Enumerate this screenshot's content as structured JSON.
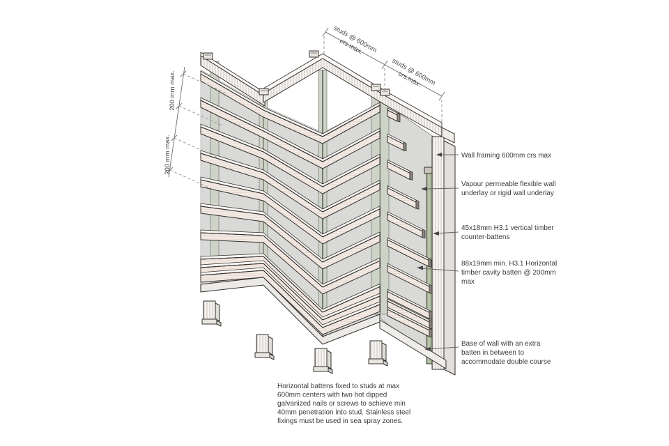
{
  "drawing": {
    "kind": "timber cavity batten wall corner construction detail",
    "colors": {
      "background": "#ffffff",
      "batten_face": "#f2eae4",
      "batten_grain": "#e5cdc6",
      "batten_top": "#faf8f6",
      "underlay_gray": "#d9d9d7",
      "counter_batten": "#ced3c8",
      "counter_batten_green": "#b8c4aa",
      "framing_white": "#f6f4f1",
      "outline": "#33302d",
      "dim_line": "#777777",
      "text": "#3a3a3a"
    }
  },
  "dimensions": {
    "top": [
      {
        "line1": "studs @ 600mm",
        "line2": "crs.max."
      },
      {
        "line1": "studs @ 600mm",
        "line2": "crs.max."
      }
    ],
    "left": [
      {
        "label": "200 mm max."
      },
      {
        "label": "200 mm max."
      }
    ]
  },
  "callouts": [
    {
      "id": "wall-framing",
      "lines": [
        "Wall framing 600mm crs max"
      ]
    },
    {
      "id": "underlay",
      "lines": [
        "Vapour permeable flexible wall",
        "underlay or rigid wall underlay"
      ]
    },
    {
      "id": "counter-battens",
      "lines": [
        "45x18mm H3.1 vertical timber",
        "counter-battens"
      ]
    },
    {
      "id": "cavity-batten",
      "lines": [
        "88x19mm min. H3.1 Horizontal",
        "timber cavity batten @ 200mm",
        "max"
      ]
    },
    {
      "id": "base-of-wall",
      "lines": [
        "Base of wall with an extra",
        "batten in between to",
        "accommodate double course"
      ]
    }
  ],
  "note": {
    "lines": [
      "Horizontal battens fixed to studs at max",
      "600mm centers with two hot dipped",
      "galvanized nails or screws to achieve min",
      "40mm penetration into stud. Stainless steel",
      "fixings must be used in sea spray zones."
    ]
  }
}
